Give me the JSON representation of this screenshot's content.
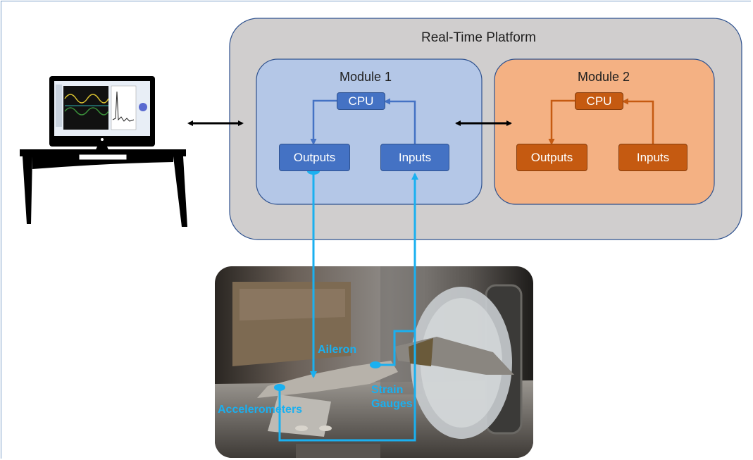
{
  "platform": {
    "title": "Real-Time Platform"
  },
  "module1": {
    "title": "Module 1",
    "cpu": "CPU",
    "outputs": "Outputs",
    "inputs": "Inputs"
  },
  "module2": {
    "title": "Module 2",
    "cpu": "CPU",
    "outputs": "Outputs",
    "inputs": "Inputs"
  },
  "photo": {
    "aileron": "Aileron",
    "strain_line1": "Strain",
    "strain_line2": "Gauges",
    "accelerometers": "Accelerometers"
  },
  "colors": {
    "module1_fill": "#b4c7e7",
    "module1_chip": "#4472c4",
    "module2_fill": "#f4b183",
    "module2_chip": "#c55a11",
    "platform_fill": "#d0cece",
    "signal": "#1ab0f0"
  }
}
